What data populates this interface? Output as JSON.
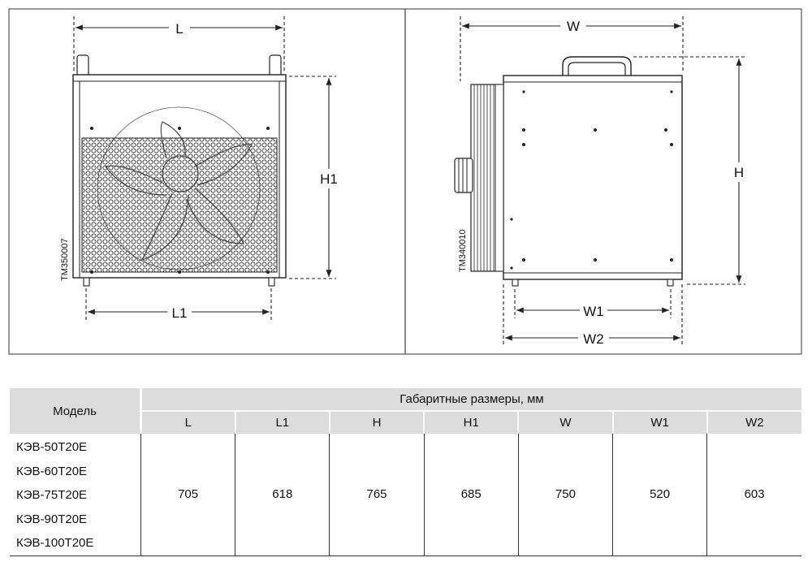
{
  "left_view": {
    "code": "TM350007",
    "dims": {
      "L": "L",
      "L1": "L1",
      "H1": "H1"
    }
  },
  "right_view": {
    "code": "TM340010",
    "dims": {
      "W": "W",
      "H": "H",
      "W1": "W1",
      "W2": "W2"
    }
  },
  "table": {
    "model_header": "Модель",
    "group_header": "Габаритные размеры, мм",
    "columns": [
      "L",
      "L1",
      "H",
      "H1",
      "W",
      "W1",
      "W2"
    ],
    "models": [
      "КЭВ-50Т20Е",
      "КЭВ-60Т20Е",
      "КЭВ-75Т20Е",
      "КЭВ-90Т20Е",
      "КЭВ-100Т20Е"
    ],
    "values": [
      "705",
      "618",
      "765",
      "685",
      "750",
      "520",
      "603"
    ]
  },
  "colors": {
    "header_bg": "#dcdcdc",
    "line": "#333333"
  }
}
